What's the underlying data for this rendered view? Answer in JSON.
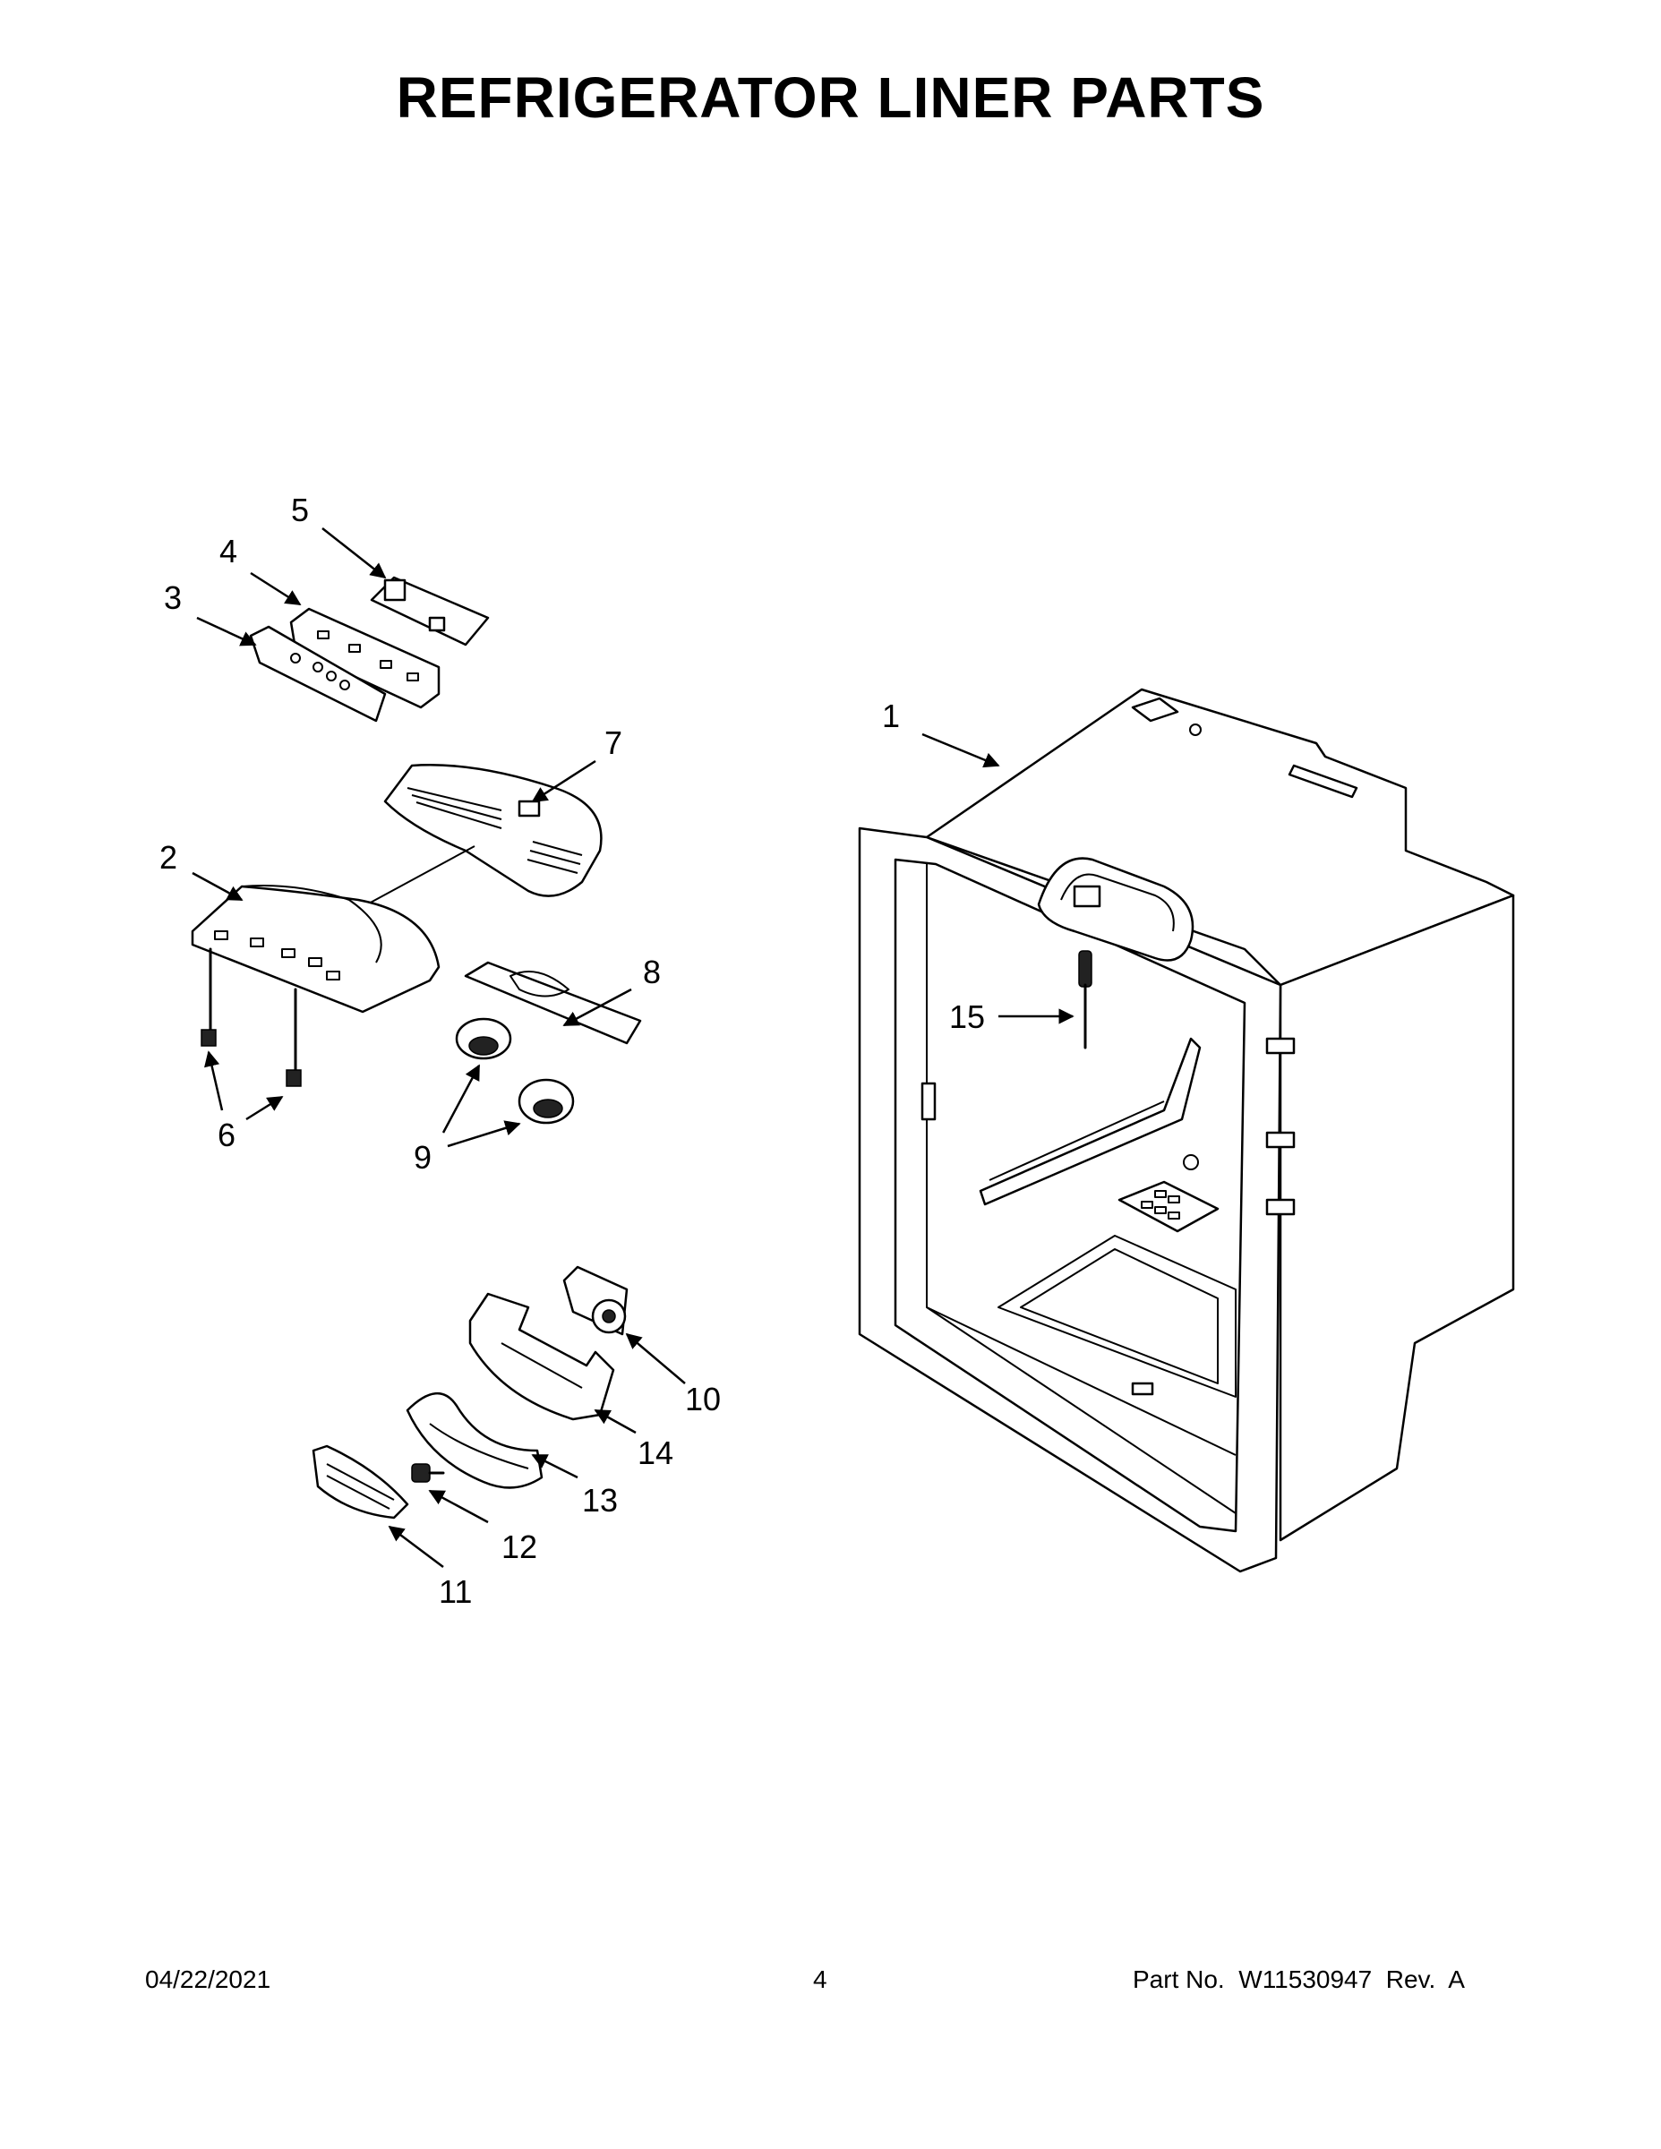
{
  "title": "REFRIGERATOR LINER PARTS",
  "callouts": [
    "1",
    "2",
    "3",
    "4",
    "5",
    "6",
    "7",
    "8",
    "9",
    "10",
    "11",
    "12",
    "13",
    "14",
    "15"
  ],
  "footer": {
    "date": "04/22/2021",
    "page": "4",
    "part_number": "Part No.  W11530947  Rev.  A"
  }
}
